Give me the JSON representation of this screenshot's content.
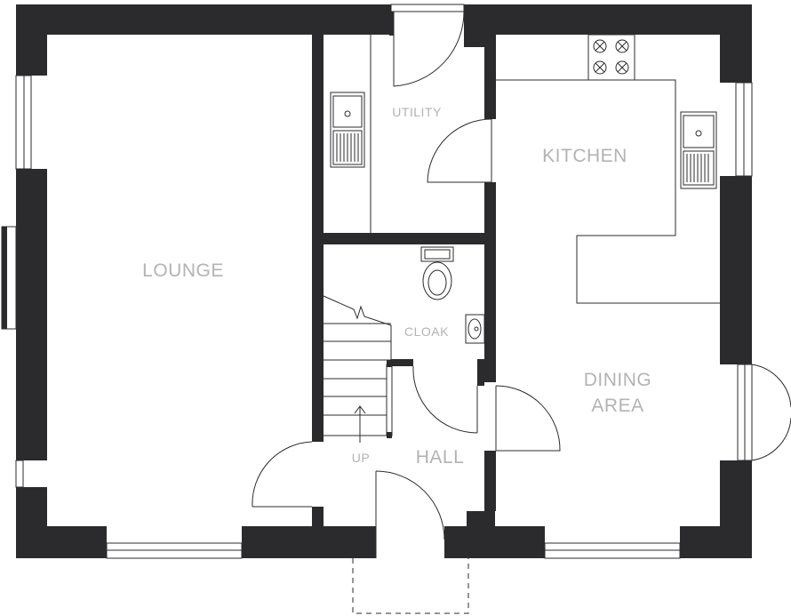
{
  "rooms": {
    "lounge": "LOUNGE",
    "utility": "UTILITY",
    "kitchen": "KITCHEN",
    "cloak": "CLOAK",
    "dining_line1": "DINING",
    "dining_line2": "AREA",
    "hall": "HALL",
    "up": "UP"
  },
  "colors": {
    "wall": "#2b2b2d",
    "label": "#b3b3b3",
    "background": "#ffffff"
  }
}
